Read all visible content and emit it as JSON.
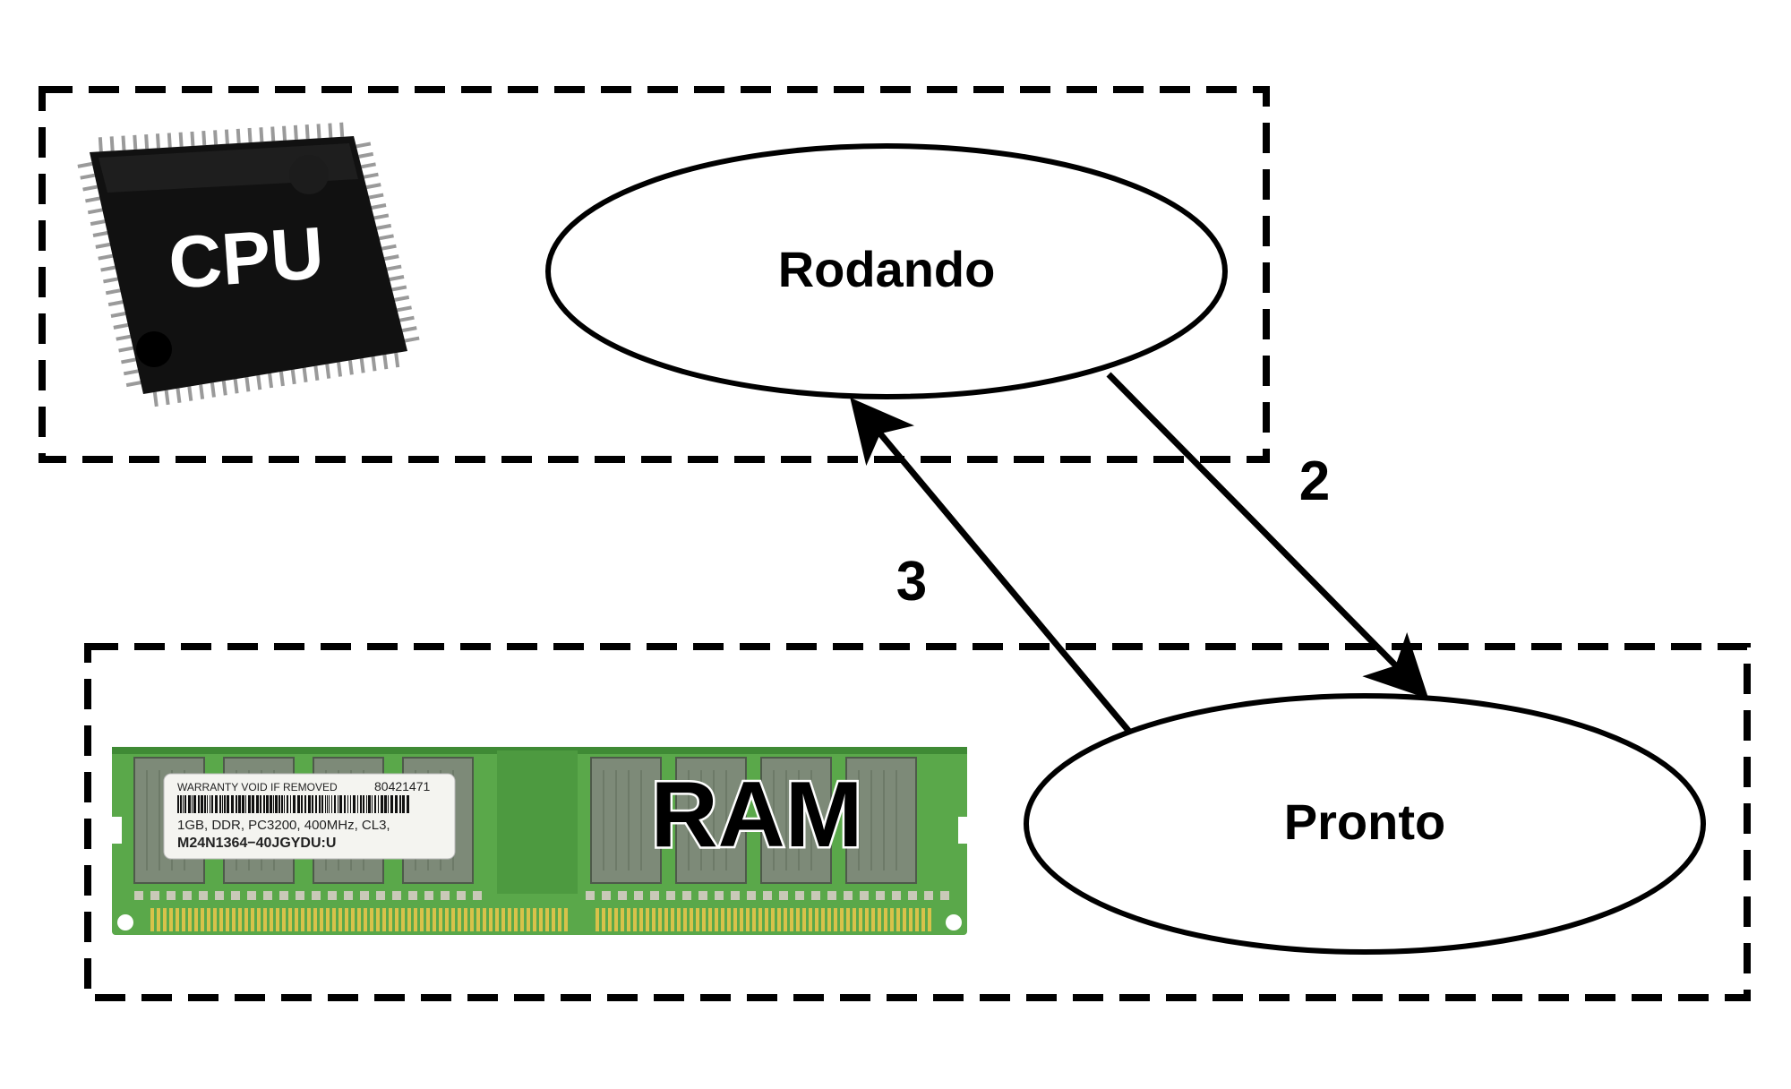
{
  "diagram": {
    "cpu_label": "CPU",
    "ram_label": "RAM",
    "state_running": "Rodando",
    "state_ready": "Pronto",
    "transition_running_to_ready": "2",
    "transition_ready_to_running": "3",
    "ram_sticker": {
      "line1_left": "WARRANTY VOID IF REMOVED",
      "line1_right": "80421471",
      "line2": "1GB, DDR, PC3200, 400MHz, CL3,",
      "line3": "M24N1364−40JGYDU:U"
    }
  },
  "colors": {
    "line": "#000000",
    "cpu_body": "#111111",
    "cpu_pins": "#9a9a9a",
    "ram_pcb": "#5aa84a",
    "ram_contacts": "#d8c24a",
    "ram_chip": "#7d8a78"
  },
  "icons": [
    "cpu-chip-icon",
    "ram-module-icon"
  ]
}
